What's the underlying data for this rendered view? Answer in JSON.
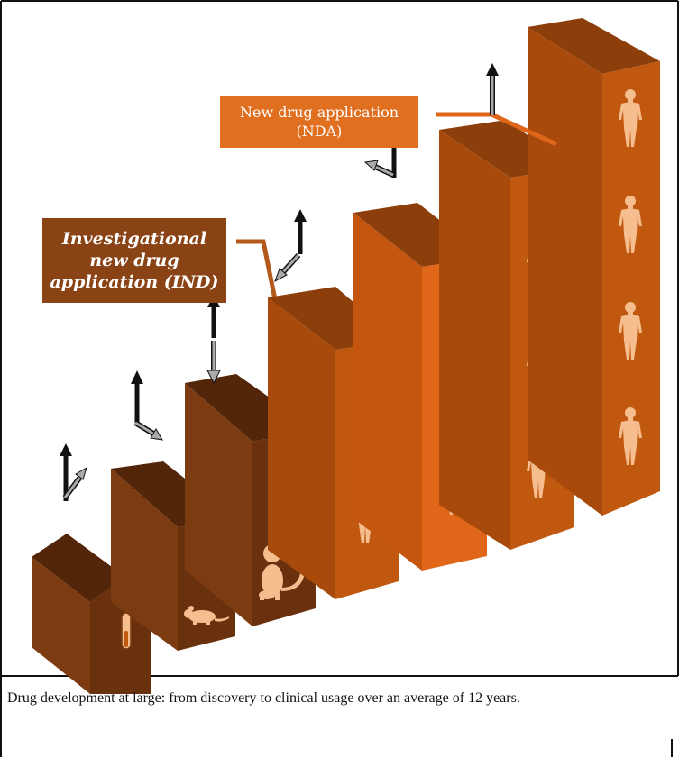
{
  "labels": {
    "ind": "Investigational\nnew drug\napplication (IND)",
    "nda": "New drug application\n(NDA)"
  },
  "caption": "Drug development at large: from discovery to clinical usage over an average of 12 years.",
  "icons": [
    "test-tube-icon",
    "rodent-icon",
    "monkey-icon",
    "human-figure-icon"
  ],
  "stages": [
    {
      "name": "discovery",
      "subject": "test-tube-icon",
      "human_count": 0
    },
    {
      "name": "preclinical-rodent",
      "subject": "rodent-icon",
      "human_count": 0
    },
    {
      "name": "preclinical-primate",
      "subject": "monkey-icon",
      "human_count": 0
    },
    {
      "name": "phase-1",
      "subject": "human-figure-icon",
      "human_count": 1
    },
    {
      "name": "phase-2",
      "subject": "human-figure-icon",
      "human_count": 2
    },
    {
      "name": "phase-3",
      "subject": "human-figure-icon",
      "human_count": 3
    },
    {
      "name": "phase-4",
      "subject": "human-figure-icon",
      "human_count": 4
    }
  ],
  "colors": {
    "dark_front": "#7d3b12",
    "dark_side": "#6a310e",
    "dark_top": "#53260a",
    "mid_front": "#c0580f",
    "mid_side": "#a84a0b",
    "mid_top": "#8c3f0b",
    "bright_front": "#e0661a",
    "bright_side": "#c4560f",
    "figure": "#f6bd8e",
    "ind_box": "#8a4314",
    "nda_box": "#e07020"
  }
}
